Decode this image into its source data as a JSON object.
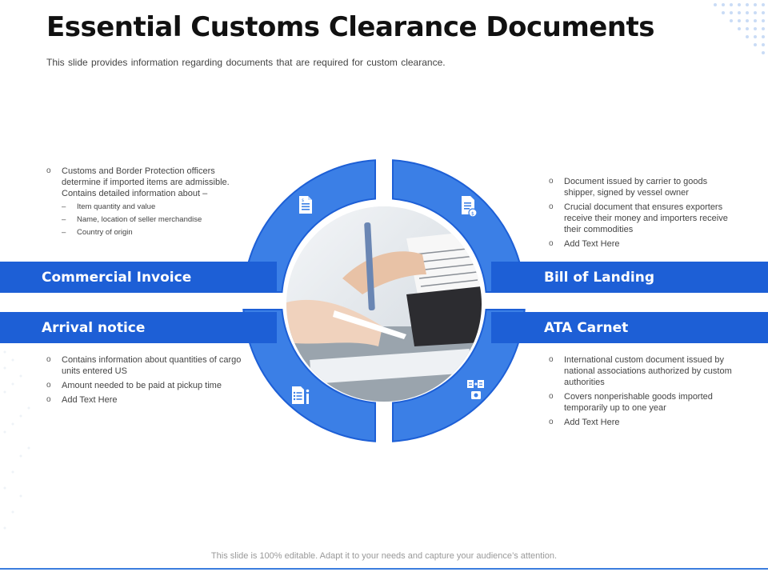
{
  "slide": {
    "title": "Essential Customs Clearance Documents",
    "subtitle": "This slide provides information regarding documents that are required for custom clearance.",
    "footer": "This slide is 100% editable. Adapt it to your needs and capture your audience’s attention."
  },
  "colors": {
    "accent": "#1d5fd6",
    "ring": "#3b7fe6",
    "text": "#444444",
    "title": "#111111"
  },
  "sections": {
    "commercial_invoice": {
      "label": "Commercial Invoice",
      "icon": "invoice-document-icon",
      "points": [
        "Customs and Border Protection officers determine if imported items are admissible. Contains detailed information about –"
      ],
      "subpoints": [
        "Item quantity and value",
        "Name, location of seller merchandise",
        "Country of origin"
      ]
    },
    "bill_of_landing": {
      "label": "Bill of Landing",
      "icon": "document-money-icon",
      "points": [
        "Document issued by carrier to goods shipper, signed by vessel owner",
        "Crucial document that ensures exporters receive their money and importers receive their commodities",
        "Add Text Here"
      ]
    },
    "arrival_notice": {
      "label": "Arrival notice",
      "icon": "list-info-icon",
      "points": [
        "Contains information about quantities of cargo units entered US",
        "Amount needed to be paid at pickup time",
        "Add Text Here"
      ]
    },
    "ata_carnet": {
      "label": "ATA Carnet",
      "icon": "documents-exchange-icon",
      "points": [
        "International custom document issued by national associations authorized by custom authorities",
        "Covers nonperishable goods imported temporarily up to one year",
        "Add Text Here"
      ]
    }
  },
  "image": {
    "icon": "handshake-document-photo"
  }
}
